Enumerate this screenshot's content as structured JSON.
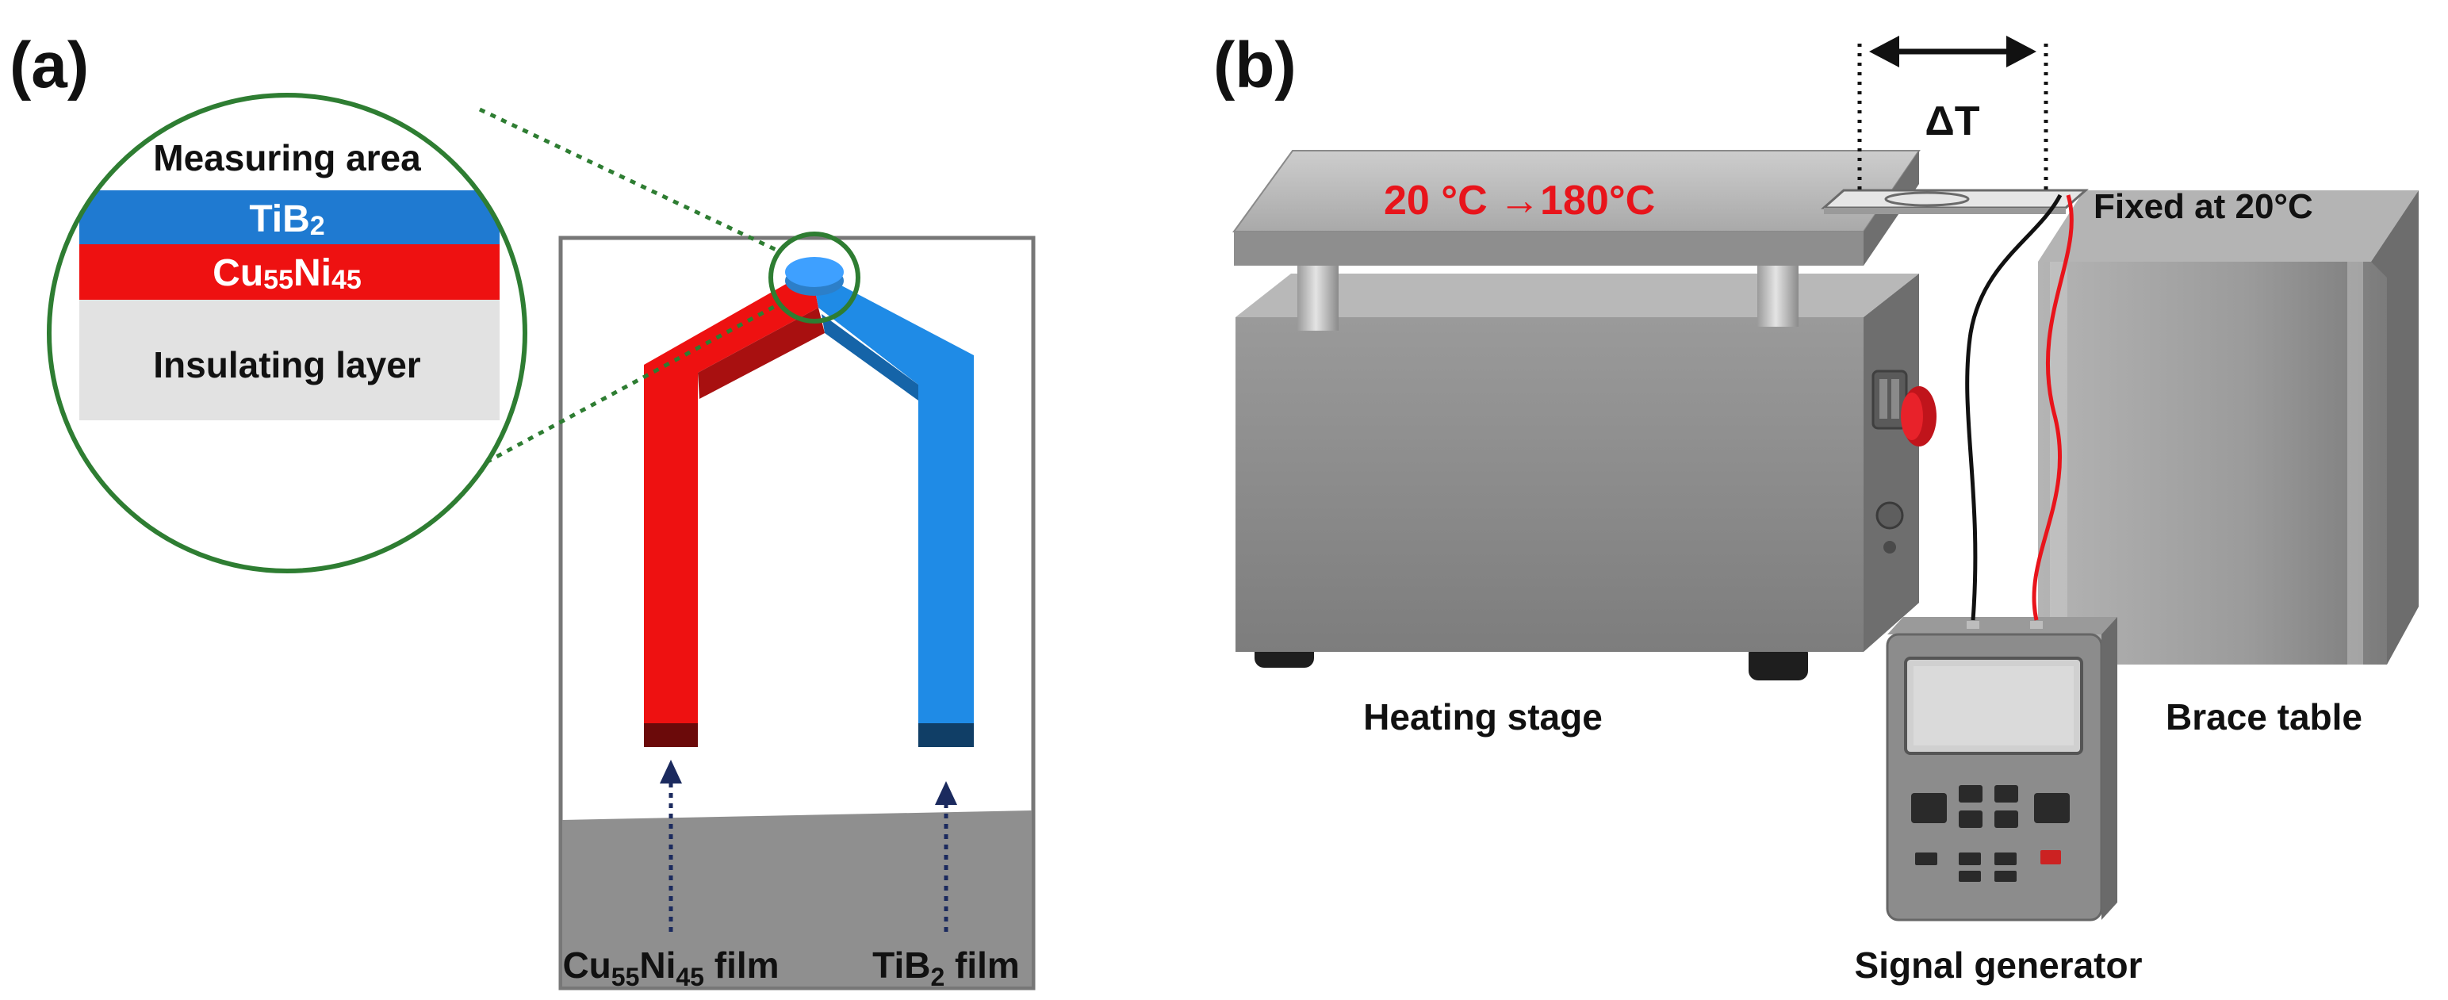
{
  "panel_a": {
    "label": "(a)",
    "inset": {
      "title": "Measuring area",
      "layer_tib2": {
        "base": "TiB",
        "sub": "2"
      },
      "layer_cuni": {
        "base": "Cu",
        "sub1": "55",
        "mid": "Ni",
        "sub2": "45"
      },
      "layer_insulating": "Insulating layer"
    },
    "film_cuni": {
      "base": "Cu",
      "sub1": "55",
      "mid": "Ni",
      "sub2": "45",
      "suffix": " film"
    },
    "film_tib2": {
      "base": "TiB",
      "sub": "2",
      "suffix": " film"
    }
  },
  "panel_b": {
    "label": "(b)",
    "delta_t": "ΔT",
    "hot_temperature": "20 °C →180°C",
    "cold_temperature": "Fixed at 20°C",
    "heating_stage": "Heating stage",
    "brace_table": "Brace table",
    "signal_generator": "Signal generator"
  },
  "colors": {
    "tib2_blue": "#1f7ad1",
    "cuni_red": "#ee1111",
    "circle_green": "#2e7d32",
    "arrow_navy": "#1b2a5e",
    "temp_red": "#e8141b"
  },
  "icons": [
    "double-arrow-icon",
    "dotted-arrow-icon"
  ]
}
